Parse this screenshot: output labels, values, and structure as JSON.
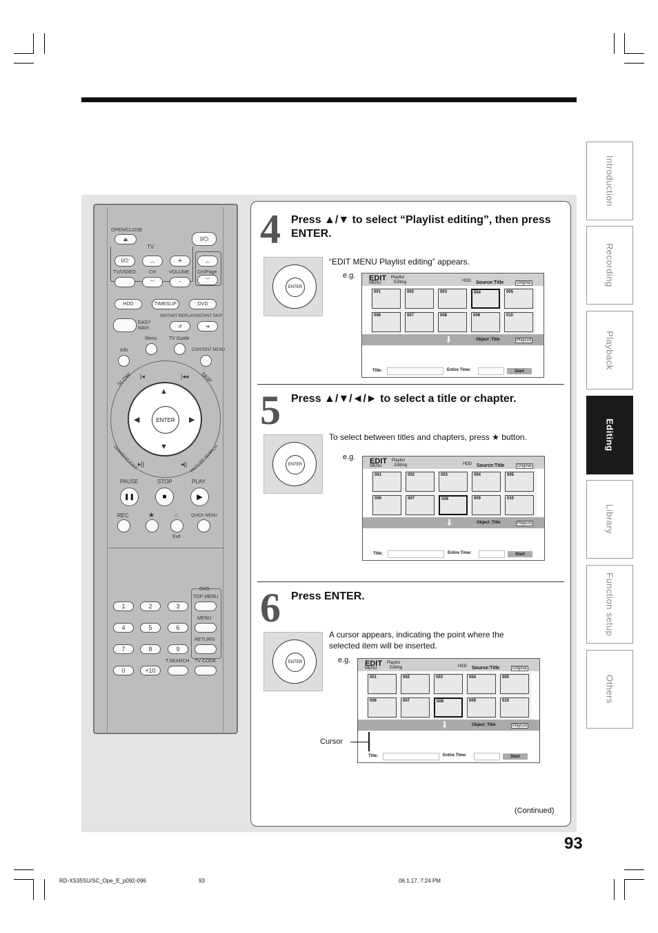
{
  "tabs": [
    {
      "label": "Introduction",
      "active": false
    },
    {
      "label": "Recording",
      "active": false
    },
    {
      "label": "Playback",
      "active": false
    },
    {
      "label": "Editing",
      "active": true
    },
    {
      "label": "Library",
      "active": false
    },
    {
      "label": "Function setup",
      "active": false
    },
    {
      "label": "Others",
      "active": false
    }
  ],
  "remote": {
    "open_close": "OPEN/CLOSE",
    "tv": "TV",
    "tv_video": "TV/VIDEO",
    "ch": "CH",
    "volume": "VOLUME",
    "ch_page": "CH/Page",
    "hdd": "HDD",
    "timeslip": "TIMESLIP",
    "dvd": "DVD",
    "easy_navi": "EASY NAVI",
    "instant_replay": "INSTANT REPLAY",
    "instant_skip": "INSTANT SKIP",
    "menu": "Menu",
    "tv_guide": "TV Guide",
    "info": "Info",
    "content_menu": "CONTENT MENU",
    "slow": "SLOW",
    "skip": "SKIP",
    "frame_adjust": "FRAME/ADJUST",
    "picture_search": "PICTURE SEARCH",
    "enter": "ENTER",
    "pause": "PAUSE",
    "stop": "STOP",
    "play": "PLAY",
    "rec": "REC",
    "quick_menu": "QUICK MENU",
    "exit": "Exit",
    "dvd2": "DVD",
    "top_menu": "TOP MENU",
    "menu2": "MENU",
    "return": "RETURN",
    "t_search": "T.SEARCH",
    "tv_code": "TV CODE",
    "numbers": [
      "1",
      "2",
      "3",
      "4",
      "5",
      "6",
      "7",
      "8",
      "9",
      "0",
      "+10"
    ]
  },
  "step4": {
    "num": "4",
    "heading": "Press ▲/▼ to select “Playlist editing”, then press ENTER.",
    "body": "“EDIT MENU Playlist editing” appears.",
    "eg": "e.g."
  },
  "step5": {
    "num": "5",
    "heading": "Press ▲/▼/◄/► to select a title or chapter.",
    "body": "To select between titles and chapters, press ★ button.",
    "eg": "e.g."
  },
  "step6": {
    "num": "6",
    "heading": "Press ENTER.",
    "body": "A cursor appears, indicating the point where the selected item will be inserted.",
    "eg": "e.g.",
    "cursor": "Cursor"
  },
  "screen": {
    "edit": "EDIT",
    "menu": "MENU",
    "playlist": "Playlist",
    "editing": "Editing",
    "hdd": "HDD",
    "source": "Source:Title",
    "original": "Original",
    "object": "Object :Title",
    "playlist_btn": "PlayList",
    "title": "Title:",
    "entire_time": "Entire Time:",
    "start": "Start",
    "thumbs": [
      "001",
      "002",
      "003",
      "004",
      "005",
      "006",
      "007",
      "008",
      "009",
      "010"
    ]
  },
  "continued": "(Continued)",
  "page_number": "93",
  "footer": {
    "file": "RD-XS35SU/SC_Ope_E_p092-096",
    "page": "93",
    "date": "06.1.17, 7:24 PM"
  }
}
